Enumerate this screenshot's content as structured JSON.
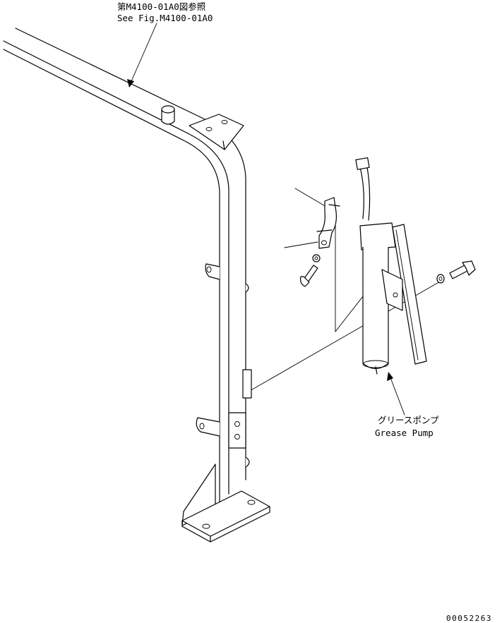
{
  "callouts": {
    "reference_jp": "第M4100-01A0図参照",
    "reference_en": "See Fig.M4100-01A0",
    "pump_jp": "グリースポンプ",
    "pump_en": "Grease Pump"
  },
  "drawing_number": "00052263"
}
